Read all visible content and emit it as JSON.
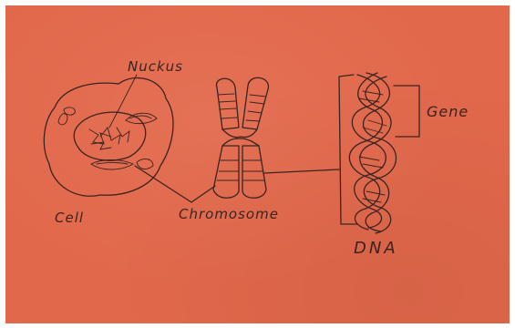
{
  "labels": {
    "nucleus": "Nuckus",
    "cell": "Cell",
    "chromosome": "Chromosome",
    "dna": "DNA",
    "gene": "Gene"
  },
  "colors": {
    "paper": "#e2684b",
    "ink": "#3a2420"
  }
}
